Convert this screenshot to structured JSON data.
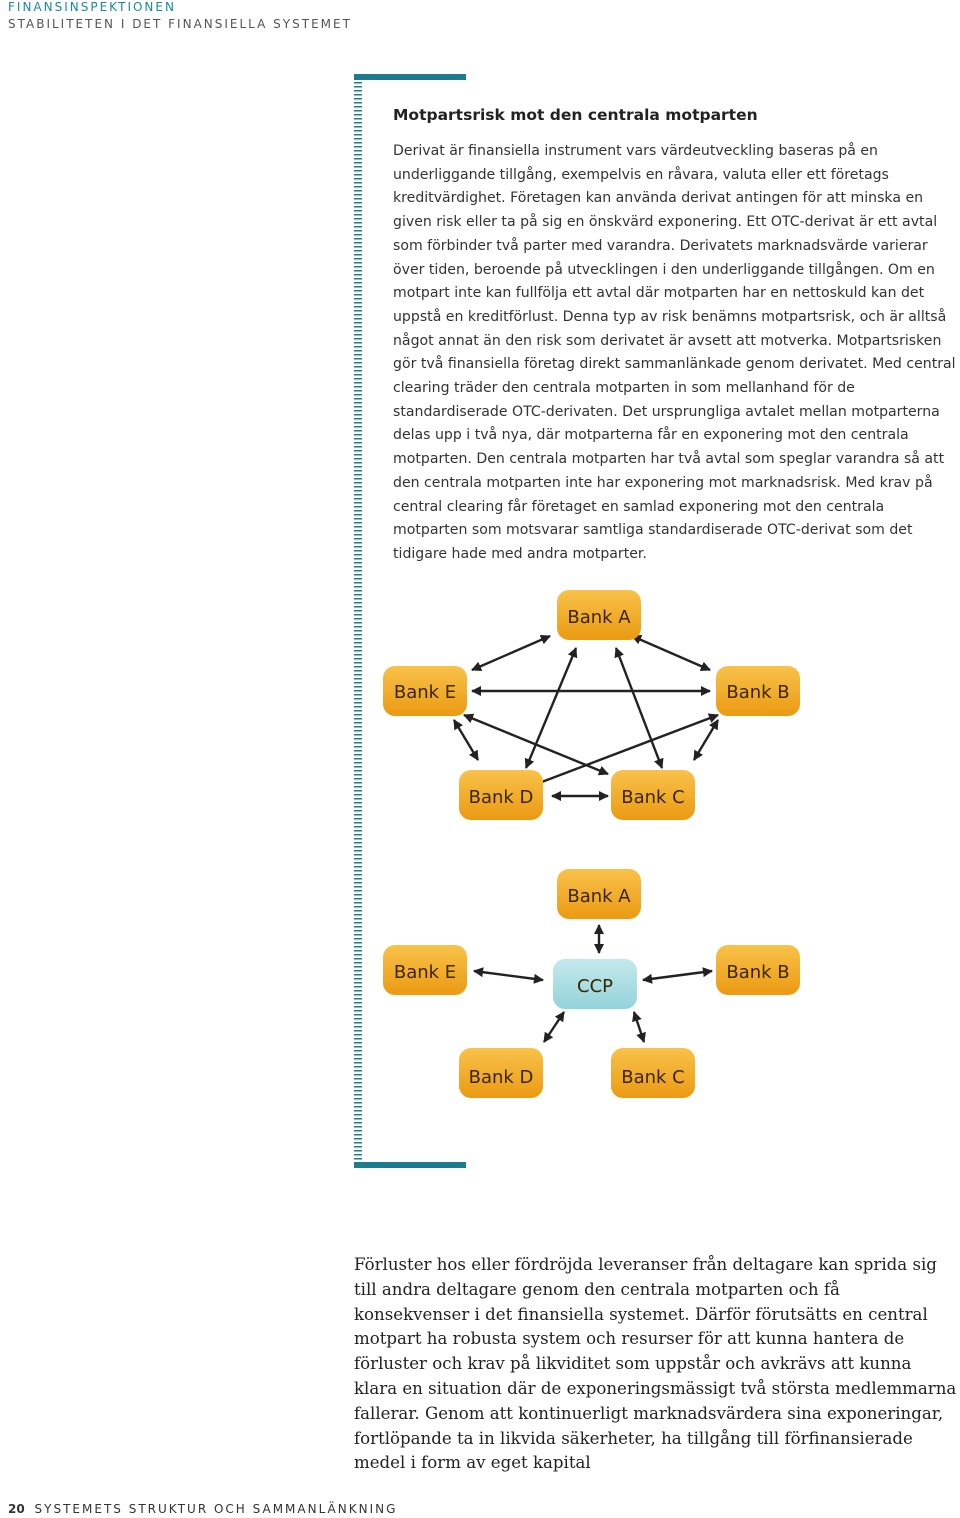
{
  "header": {
    "line1": "FINANSINSPEKTIONEN",
    "line2": "STABILITETEN I DET FINANSIELLA SYSTEMET"
  },
  "factbox": {
    "title": "Motpartsrisk mot den centrala motparten",
    "text": "Derivat är finansiella instrument vars värdeutveckling baseras på en underliggande tillgång, exempelvis en råvara, valuta eller ett företags kreditvärdighet. Företagen kan använda derivat antingen för att minska en given risk eller ta på sig en önskvärd exponering. Ett OTC-derivat är ett avtal som förbinder två parter med varandra. Derivatets marknadsvärde varierar över tiden, beroende på utvecklingen i den underliggande tillgången. Om en motpart inte kan fullfölja ett avtal där motparten har en nettoskuld kan det uppstå en kreditförlust. Denna typ av risk benämns motpartsrisk, och är alltså något annat än den risk som derivatet är avsett att motverka. Motpartsrisken gör två finansiella företag direkt sammanlänkade genom derivatet. Med central clearing träder den centrala motparten in som mellanhand för de standardiserade OTC-derivaten. Det ursprungliga avtalet mellan motparterna delas upp i två nya, där motparterna får en exponering mot den centrala motparten. Den centrala motparten har två avtal som speglar varandra så att den centrala motparten inte har exponering mot marknadsrisk. Med krav på central clearing får företaget en samlad exponering mot den centrala motparten som motsvarar samtliga standardiserade OTC-derivat som det tidigare hade med andra motparter."
  },
  "diagram": {
    "node_color": "#f2a818",
    "ccp_color": "#a8dde2",
    "top": {
      "bank_a": "Bank A",
      "bank_b": "Bank B",
      "bank_c": "Bank C",
      "bank_d": "Bank D",
      "bank_e": "Bank E"
    },
    "bottom": {
      "bank_a": "Bank A",
      "bank_b": "Bank B",
      "bank_c": "Bank C",
      "bank_d": "Bank D",
      "bank_e": "Bank E",
      "ccp": "CCP"
    }
  },
  "body_text": "Förluster hos eller fördröjda leveranser från deltagare kan sprida sig till andra deltagare genom den centrala motparten och få konsekvenser i det finansiella systemet. Därför förutsätts en central motpart ha robusta system och resurser för att kunna hantera de förluster och krav på likviditet som uppstår och avkrävs att kunna klara en situation där de exponeringsmässigt två största medlemmarna fallerar. Genom att kontinuerligt marknadsvärdera sina exponeringar, fortlöpande ta in likvida säkerheter, ha tillgång till förfinansierade medel i form av eget kapital",
  "footer": {
    "page_number": "20",
    "section": "SYSTEMETS STRUKTUR OCH SAMMANLÄNKNING"
  }
}
